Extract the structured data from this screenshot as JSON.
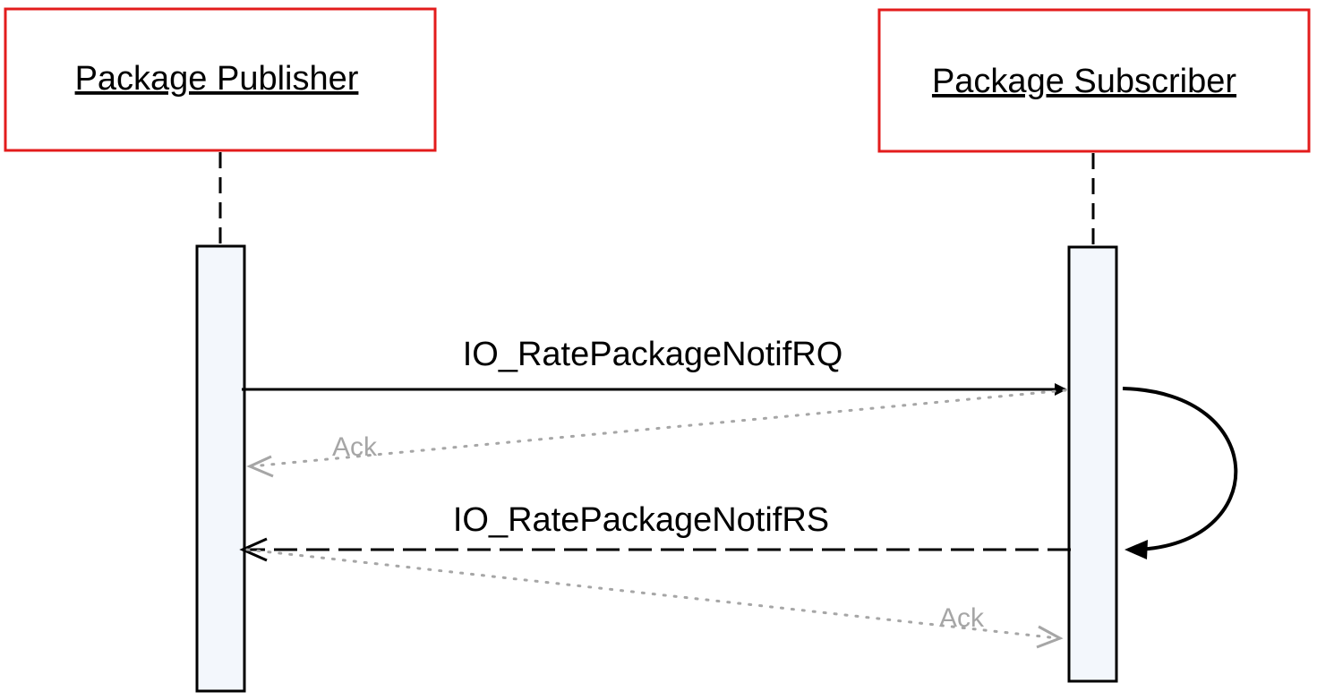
{
  "colors": {
    "actor_border": "#e31c1c",
    "line": "#000000",
    "ack": "#a6a6a6",
    "activation_fill": "#f3f7fc"
  },
  "actors": {
    "publisher": {
      "label": "Package Publisher"
    },
    "subscriber": {
      "label": "Package Subscriber"
    }
  },
  "messages": {
    "request": {
      "label": "IO_RatePackageNotifRQ",
      "style": "solid",
      "direction": "publisher-to-subscriber"
    },
    "request_ack": {
      "label": "Ack",
      "style": "dotted",
      "direction": "subscriber-to-publisher"
    },
    "self_call": {
      "style": "solid",
      "direction": "subscriber-self"
    },
    "response": {
      "label": "IO_RatePackageNotifRS",
      "style": "dashed",
      "direction": "subscriber-to-publisher"
    },
    "response_ack": {
      "label": "Ack",
      "style": "dotted",
      "direction": "publisher-to-subscriber"
    }
  }
}
